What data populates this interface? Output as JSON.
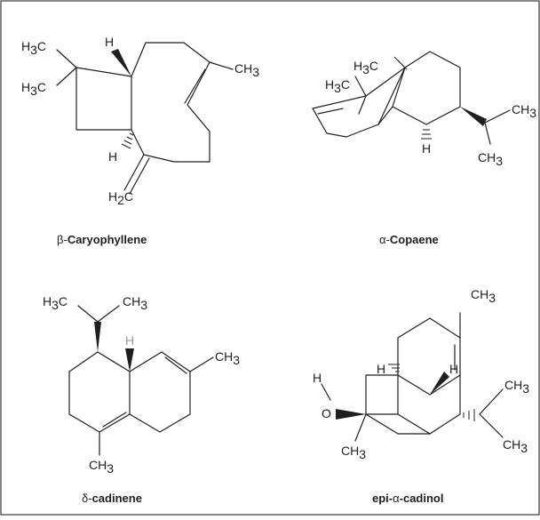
{
  "compounds": {
    "caryophyllene": {
      "name_prefix": "β-",
      "name": "Caryophyllene",
      "labels": {
        "h3c_top_main": "H",
        "h3c_top_sub": "3",
        "h3c_top_c": "C",
        "h3c_mid_main": "H",
        "h3c_mid_sub": "3",
        "h3c_mid_c": "C",
        "h_top": "H",
        "ch3_main": "CH",
        "ch3_sub": "3",
        "h_bottom": "H",
        "h2c_main": "H",
        "h2c_sub": "2",
        "h2c_c": "C"
      }
    },
    "copaene": {
      "name_prefix": "α-",
      "name": "Copaene",
      "labels": {
        "h3c_top_main": "H",
        "h3c_top_sub": "3",
        "h3c_top_c": "C",
        "h3c_left_main": "H",
        "h3c_left_sub": "3",
        "h3c_left_c": "C",
        "ch3_right_main": "CH",
        "ch3_right_sub": "3",
        "ch3_bottom_main": "CH",
        "ch3_bottom_sub": "3",
        "h_bottom": "H"
      }
    },
    "cadinene": {
      "name_prefix": "δ-",
      "name": "cadinene",
      "labels": {
        "h3c_main": "H",
        "h3c_sub": "3",
        "h3c_c": "C",
        "ch3_top_main": "CH",
        "ch3_top_sub": "3",
        "h_gray": "H",
        "ch3_right_main": "CH",
        "ch3_right_sub": "3",
        "ch3_bottom_main": "CH",
        "ch3_bottom_sub": "3"
      }
    },
    "cadinol": {
      "name_prefix": "epi-",
      "name_greek": "α",
      "name": "-cadinol",
      "labels": {
        "ch3_top_main": "CH",
        "ch3_top_sub": "3",
        "h_left": "H",
        "h_right": "H",
        "h_oh": "H",
        "o": "O",
        "ch3_r1_main": "CH",
        "ch3_r1_sub": "3",
        "ch3_r2_main": "CH",
        "ch3_r2_sub": "3",
        "ch3_bottom_main": "CH",
        "ch3_bottom_sub": "3"
      }
    }
  }
}
